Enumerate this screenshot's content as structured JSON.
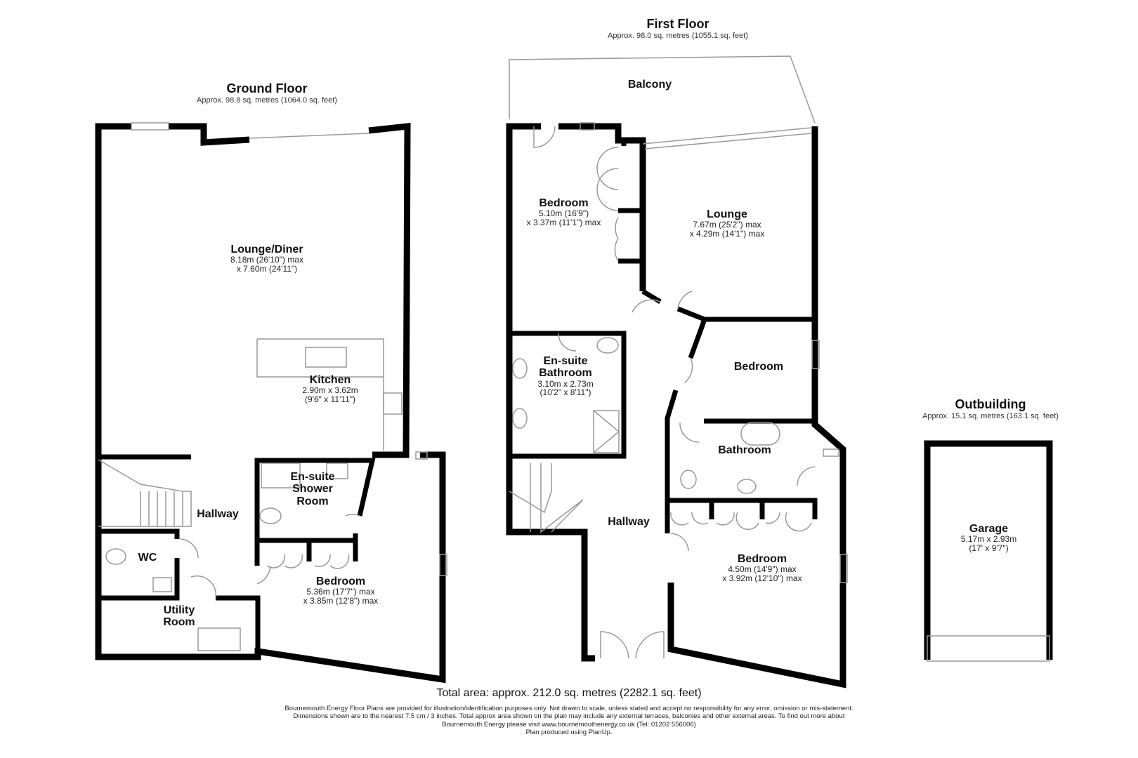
{
  "floors": {
    "ground": {
      "title": "Ground Floor",
      "area": "Approx. 98.8 sq. metres (1064.0 sq. feet)",
      "rooms": [
        {
          "name": "Lounge/Diner",
          "dim1": "8.18m (26'10\") max",
          "dim2": "x 7.60m (24'11\")"
        },
        {
          "name": "Kitchen",
          "dim1": "2.90m x 3.62m",
          "dim2": "(9'6\" x 11'11\")"
        },
        {
          "name": "En-suite",
          "name2": "Shower",
          "name3": "Room"
        },
        {
          "name": "Hallway"
        },
        {
          "name": "WC"
        },
        {
          "name": "Utility",
          "name2": "Room"
        },
        {
          "name": "Bedroom",
          "dim1": "5.36m (17'7\") max",
          "dim2": "x 3.85m (12'8\") max"
        }
      ]
    },
    "first": {
      "title": "First Floor",
      "area": "Approx. 98.0 sq. metres (1055.1 sq. feet)",
      "rooms": [
        {
          "name": "Balcony"
        },
        {
          "name": "Bedroom",
          "dim1": "5.10m (16'9\")",
          "dim2": "x 3.37m (11'1\") max"
        },
        {
          "name": "Lounge",
          "dim1": "7.67m (25'2\") max",
          "dim2": "x 4.29m (14'1\") max"
        },
        {
          "name": "En-suite",
          "name2": "Bathroom",
          "dim1": "3.10m x 2.73m",
          "dim2": "(10'2\" x 8'11\")"
        },
        {
          "name": "Bedroom"
        },
        {
          "name": "Bathroom"
        },
        {
          "name": "Hallway"
        },
        {
          "name": "Bedroom",
          "dim1": "4.50m (14'9\") max",
          "dim2": "x 3.92m (12'10\") max"
        }
      ]
    },
    "outbuilding": {
      "title": "Outbuilding",
      "area": "Approx. 15.1 sq. metres (163.1 sq. feet)",
      "rooms": [
        {
          "name": "Garage",
          "dim1": "5.17m x 2.93m",
          "dim2": "(17' x 9'7\")"
        }
      ]
    }
  },
  "footer": {
    "total": "Total area: approx. 212.0 sq. metres (2282.1 sq. feet)",
    "disclaimer_1": "Bournemouth Energy Floor Plans are provided for illustration/identification purposes only. Not drawn to scale, unless stated and accept no responsibility for any error, omission or mis-statement.",
    "disclaimer_2": "Dimensions shown are to the nearest 7.5 cm / 3 inches. Total approx area shown on the plan may include any external terraces, balconies and other external areas. To find out more about",
    "disclaimer_3": "Bournemouth Energy please visit www.bournemouthenergy.co.uk (Tel: 01202 556006)",
    "disclaimer_4": "Plan produced using PlanUp."
  },
  "colors": {
    "wall": "#000000",
    "fixture": "#888888",
    "background": "#ffffff"
  }
}
